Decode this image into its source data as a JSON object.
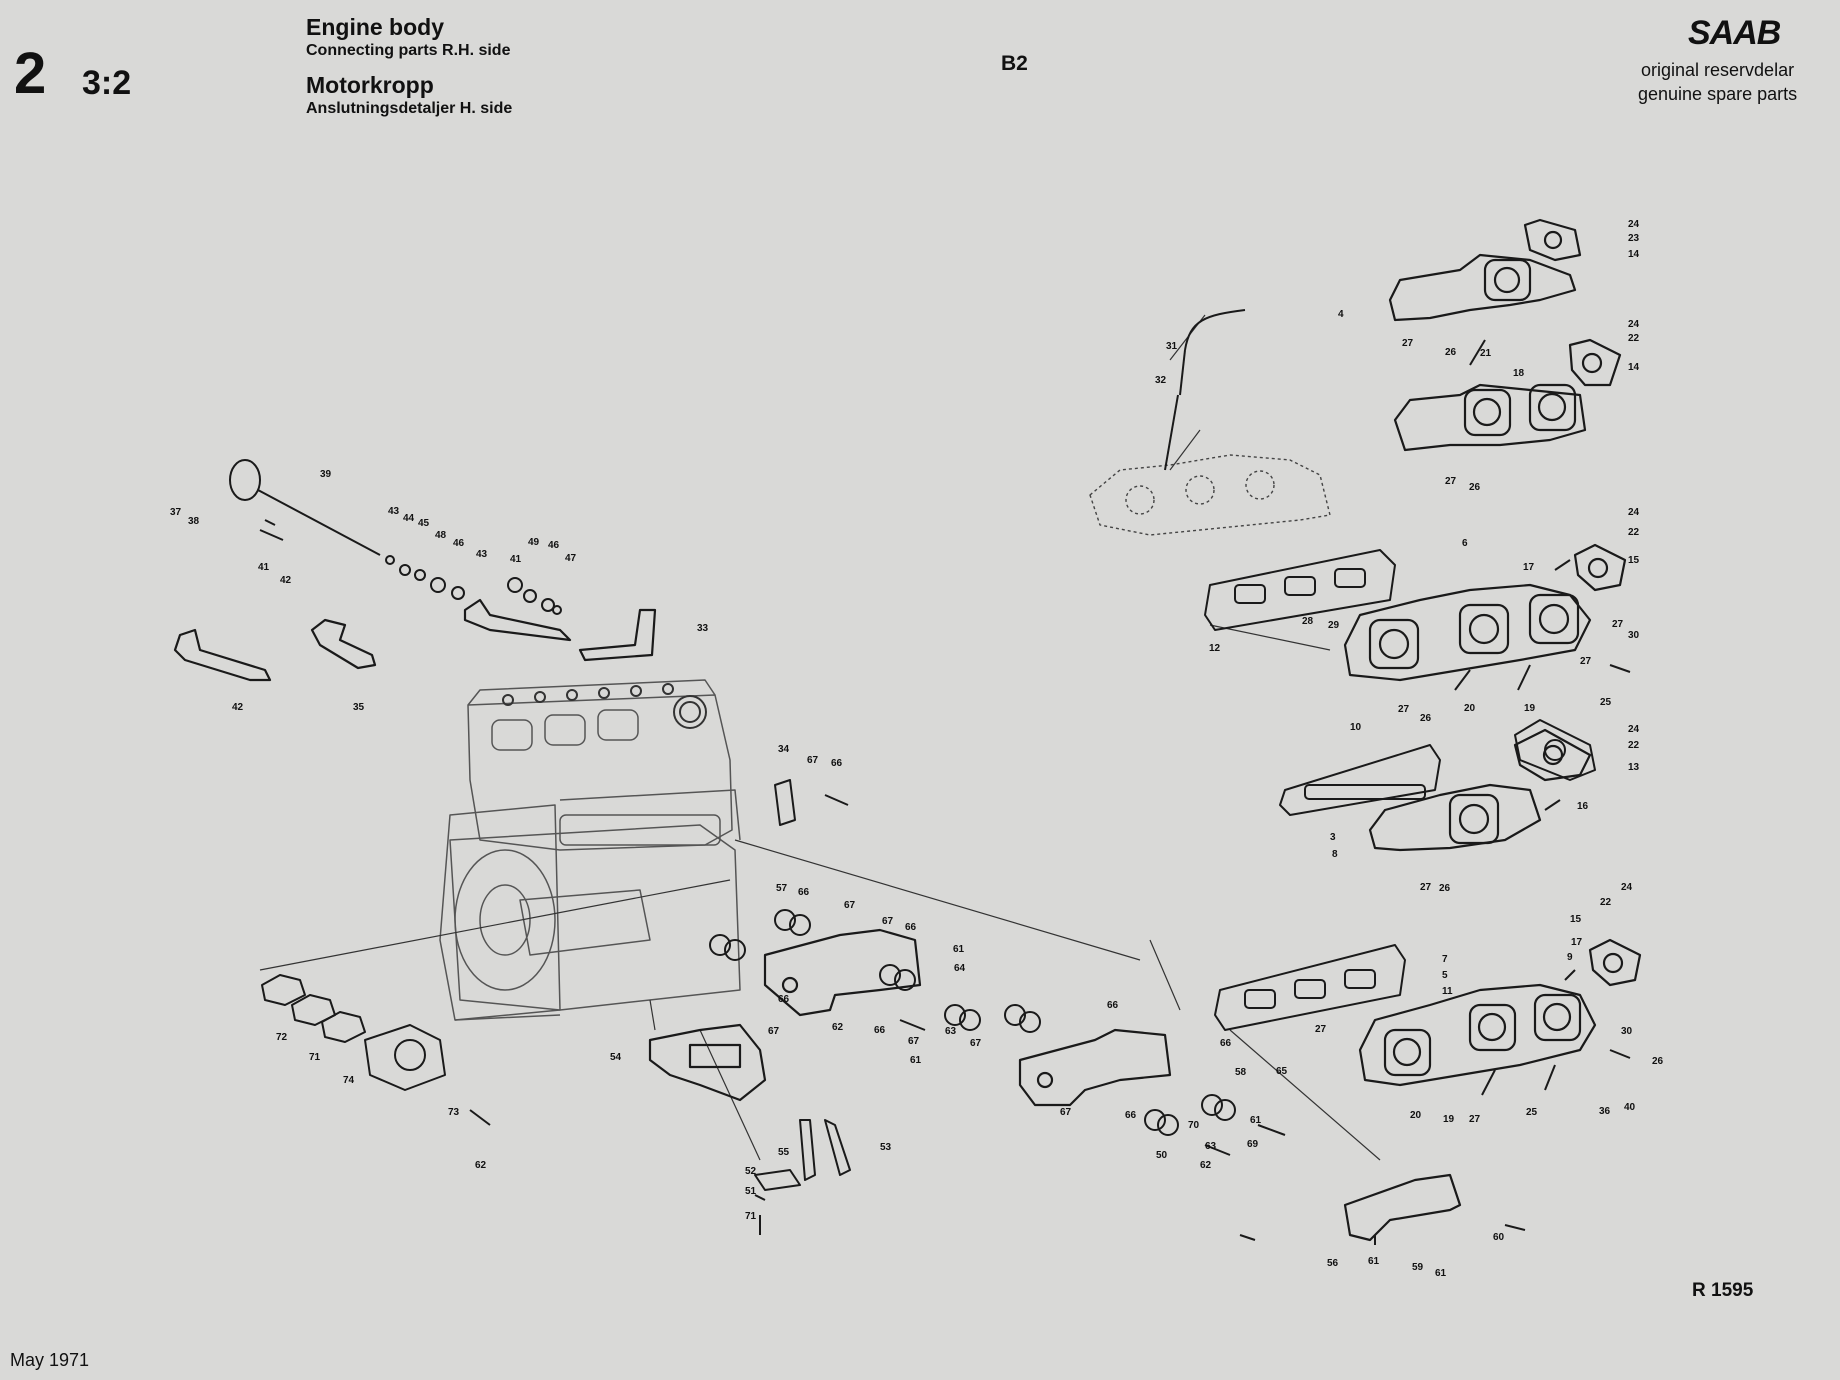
{
  "header": {
    "section_number": "2",
    "section_sub": "3:2",
    "title_en": "Engine body",
    "subtitle_en": "Connecting parts R.H. side",
    "title_sv": "Motorkropp",
    "subtitle_sv": "Anslutningsdetaljer H. side",
    "page_code": "B2"
  },
  "brand": {
    "logo": "SAAB",
    "line1": "original reservdelar",
    "line2": "genuine spare parts"
  },
  "footer": {
    "ref": "R 1595",
    "date": "May 1971"
  },
  "callouts": [
    "24",
    "23",
    "14",
    "4",
    "27",
    "26",
    "21",
    "24",
    "22",
    "18",
    "14",
    "27",
    "26",
    "31",
    "32",
    "24",
    "22",
    "6",
    "17",
    "15",
    "12",
    "28",
    "29",
    "27",
    "30",
    "27",
    "26",
    "20",
    "19",
    "27",
    "25",
    "10",
    "24",
    "22",
    "13",
    "16",
    "3",
    "8",
    "27",
    "26",
    "24",
    "22",
    "15",
    "17",
    "9",
    "7",
    "5",
    "11",
    "27",
    "30",
    "26",
    "20",
    "19",
    "27",
    "25",
    "36",
    "40",
    "39",
    "37",
    "38",
    "41",
    "42",
    "43",
    "44",
    "45",
    "48",
    "46",
    "43",
    "42",
    "41",
    "49",
    "46",
    "47",
    "33",
    "35",
    "34",
    "67",
    "66",
    "57",
    "66",
    "67",
    "67",
    "66",
    "61",
    "64",
    "67",
    "66",
    "62",
    "66",
    "67",
    "61",
    "63",
    "67",
    "66",
    "58",
    "66",
    "65",
    "70",
    "61",
    "63",
    "62",
    "69",
    "67",
    "66",
    "50",
    "54",
    "55",
    "53",
    "52",
    "51",
    "71",
    "72",
    "71",
    "74",
    "73",
    "62",
    "56",
    "61",
    "59",
    "61",
    "60"
  ],
  "icons": {
    "logo": "saab-logo"
  }
}
